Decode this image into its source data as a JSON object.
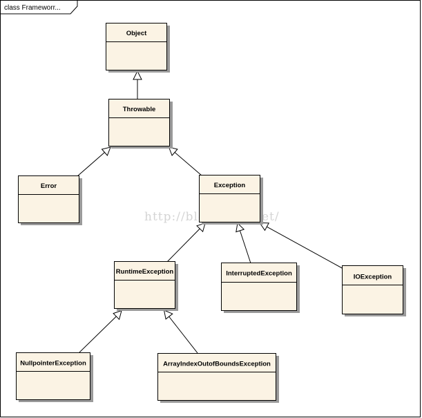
{
  "frame": {
    "label": "class Frameworr..."
  },
  "watermark": "http://blog.csdn.net/",
  "classes": {
    "object": "Object",
    "throwable": "Throwable",
    "error": "Error",
    "exception": "Exception",
    "runtime_exception": "RuntimeException",
    "interrupted_exception": "InterruptedException",
    "io_exception": "IOException",
    "nullpointer_exception": "NullpointerException",
    "array_index_exception": "ArrayIndexOutofBoundsException"
  },
  "colors": {
    "class_fill": "#fbf3e4",
    "class_border": "#000000",
    "shadow": "#9a9a9a"
  }
}
